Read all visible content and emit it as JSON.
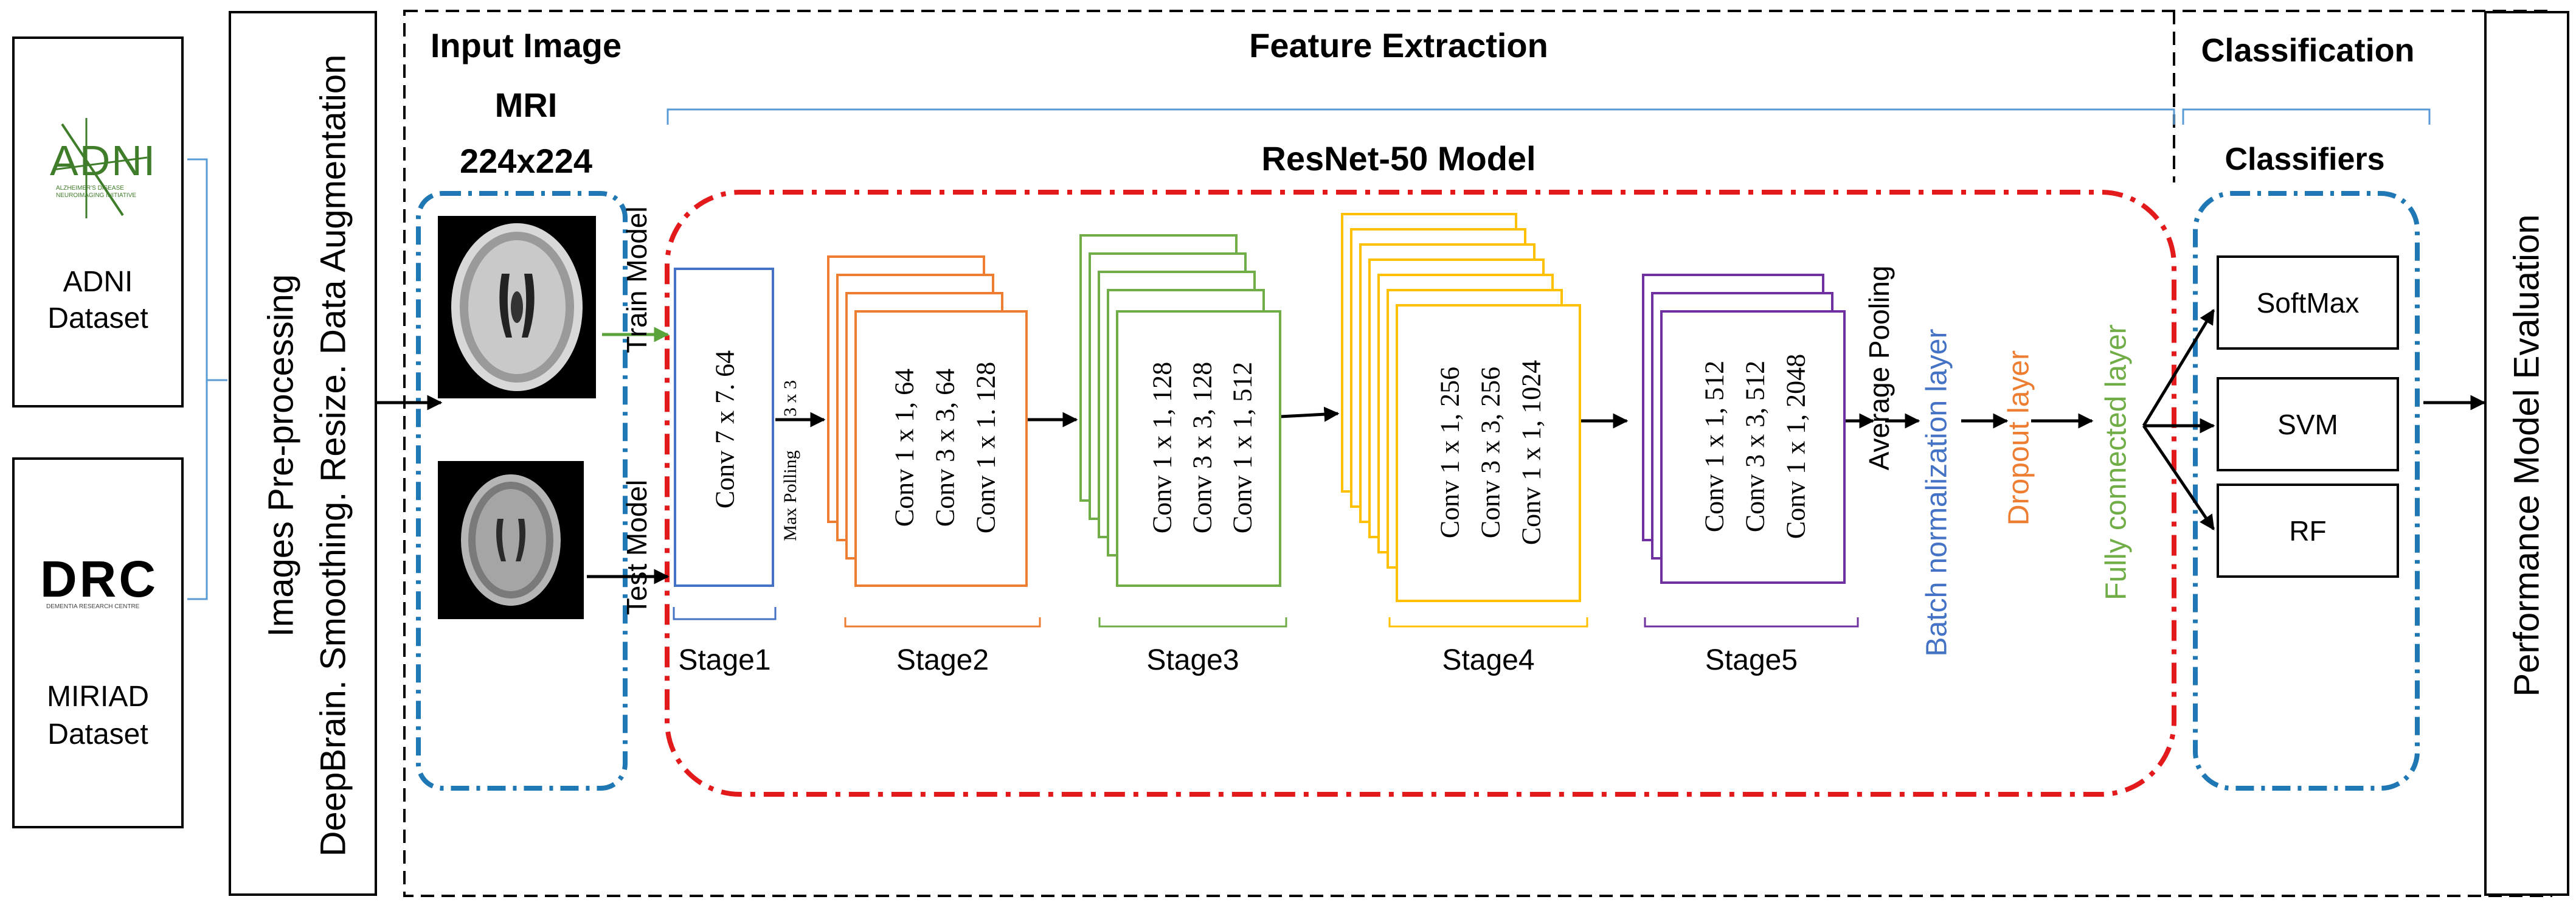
{
  "datasets": {
    "adni": {
      "logo": "ADNI",
      "logo_sub": "ALZHEIMER'S DISEASE NEUROIMAGING INITIATIVE",
      "label_line1": "ADNI",
      "label_line2": "Dataset"
    },
    "miriad": {
      "logo": "DRC",
      "logo_sub": "DEMENTIA RESEARCH CENTRE",
      "label_line1": "MIRIAD",
      "label_line2": "Dataset"
    }
  },
  "preprocessing": {
    "line1": "Images Pre-processing",
    "line2": "DeepBrain. Smoothing. Resize. Data Augmentation"
  },
  "input": {
    "title_line1": "Input Image",
    "title_line2": "MRI",
    "title_line3": "224x224",
    "train_label": "Train Model",
    "test_label": "Test Model"
  },
  "sections": {
    "feature_extraction": "Feature Extraction",
    "classification": "Classification",
    "resnet_title": "ResNet-50 Model",
    "classifiers_title": "Classifiers"
  },
  "stages": {
    "stage1": {
      "conv": "Conv 7 x 7. 64",
      "pool": "Max Polling",
      "pool_size": "3 x 3",
      "label": "Stage1"
    },
    "stage2": {
      "lines": [
        "Conv 1 x 1, 64",
        "Conv 3 x 3, 64",
        "Conv 1 x 1. 128"
      ],
      "label": "Stage2"
    },
    "stage3": {
      "lines": [
        "Conv 1 x 1, 128",
        "Conv 3 x 3, 128",
        "Conv 1 x 1, 512"
      ],
      "label": "Stage3"
    },
    "stage4": {
      "lines": [
        "Conv 1 x 1, 256",
        "Conv 3 x 3, 256",
        "Conv 1 x 1, 1024"
      ],
      "label": "Stage4"
    },
    "stage5": {
      "lines": [
        "Conv 1 x 1, 512",
        "Conv 3 x 3, 512",
        "Conv 1 x 1, 2048"
      ],
      "label": "Stage5"
    }
  },
  "layers": {
    "average_pooling": "Average Pooling",
    "batch_norm": "Batch normalization layer",
    "dropout": "Dropout layer",
    "fully_connected": "Fully connected layer"
  },
  "classifiers": [
    "SoftMax",
    "SVM",
    "RF"
  ],
  "evaluation": "Performance Model Evaluation",
  "colors": {
    "stage1": "#4472c4",
    "stage2": "#ed7d31",
    "stage3": "#70ad47",
    "stage4": "#ffc000",
    "stage5": "#7030a0",
    "batch_norm": "#4472c4",
    "dropout": "#ed7d31",
    "fully_connected": "#70ad47",
    "resnet_border": "#e31a1c",
    "input_border": "#1f77b4",
    "classifiers_border": "#1f77b4",
    "bracket": "#5b9bd5",
    "adni_logo": "#3f7d2a",
    "arrow_green": "#5aa33a"
  },
  "icons": [
    "brain-mri-axial-icon",
    "brain-mri-axial-icon",
    "adni-logo",
    "drc-logo"
  ]
}
